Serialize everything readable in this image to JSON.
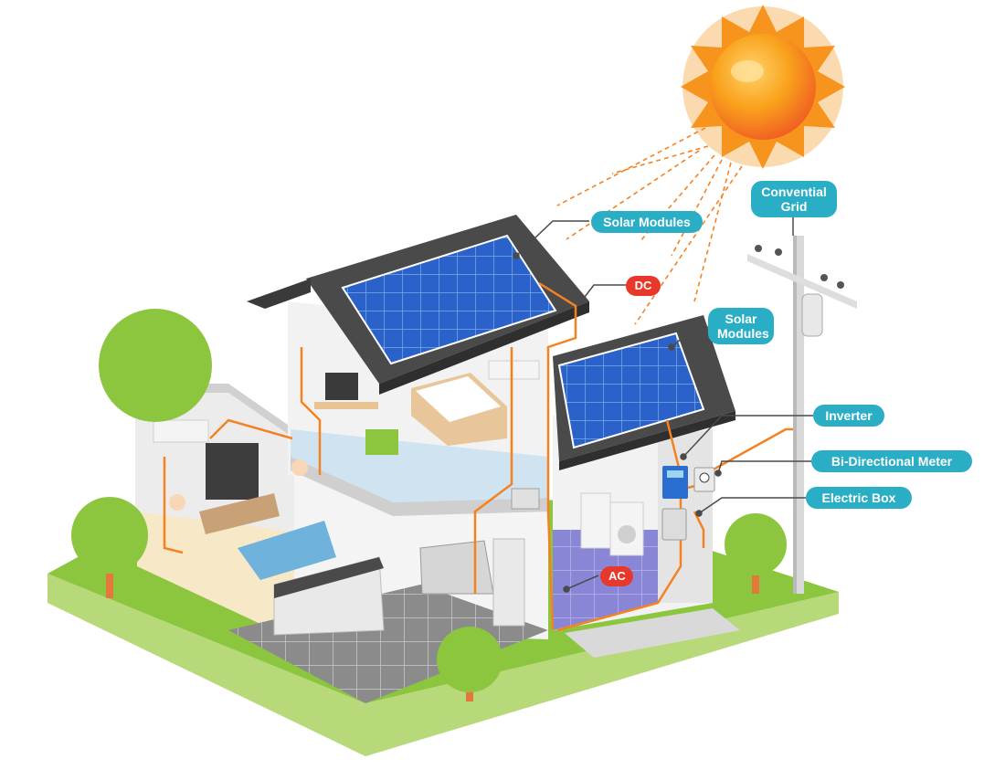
{
  "colors": {
    "callout_bg": "#2aaec6",
    "current_badge_bg": "#e8372b",
    "wire": "#f58220",
    "grass": "#8cc63f",
    "roof": "#4a4a4a",
    "panel": "#2a62c9",
    "sun": "#f7941d"
  },
  "icons": [
    "sun-icon",
    "solar-panel-icon",
    "inverter-icon",
    "meter-icon",
    "electric-box-icon",
    "utility-pole-icon",
    "tree-icon"
  ],
  "labels": {
    "solar_modules_main": "Solar Modules",
    "solar_modules_secondary_line1": "Solar",
    "solar_modules_secondary_line2": "Modules",
    "grid_line1": "Convential",
    "grid_line2": "Grid",
    "inverter": "Inverter",
    "meter": "Bi-Directional Meter",
    "electric_box": "Electric Box",
    "dc": "DC",
    "ac": "AC"
  }
}
